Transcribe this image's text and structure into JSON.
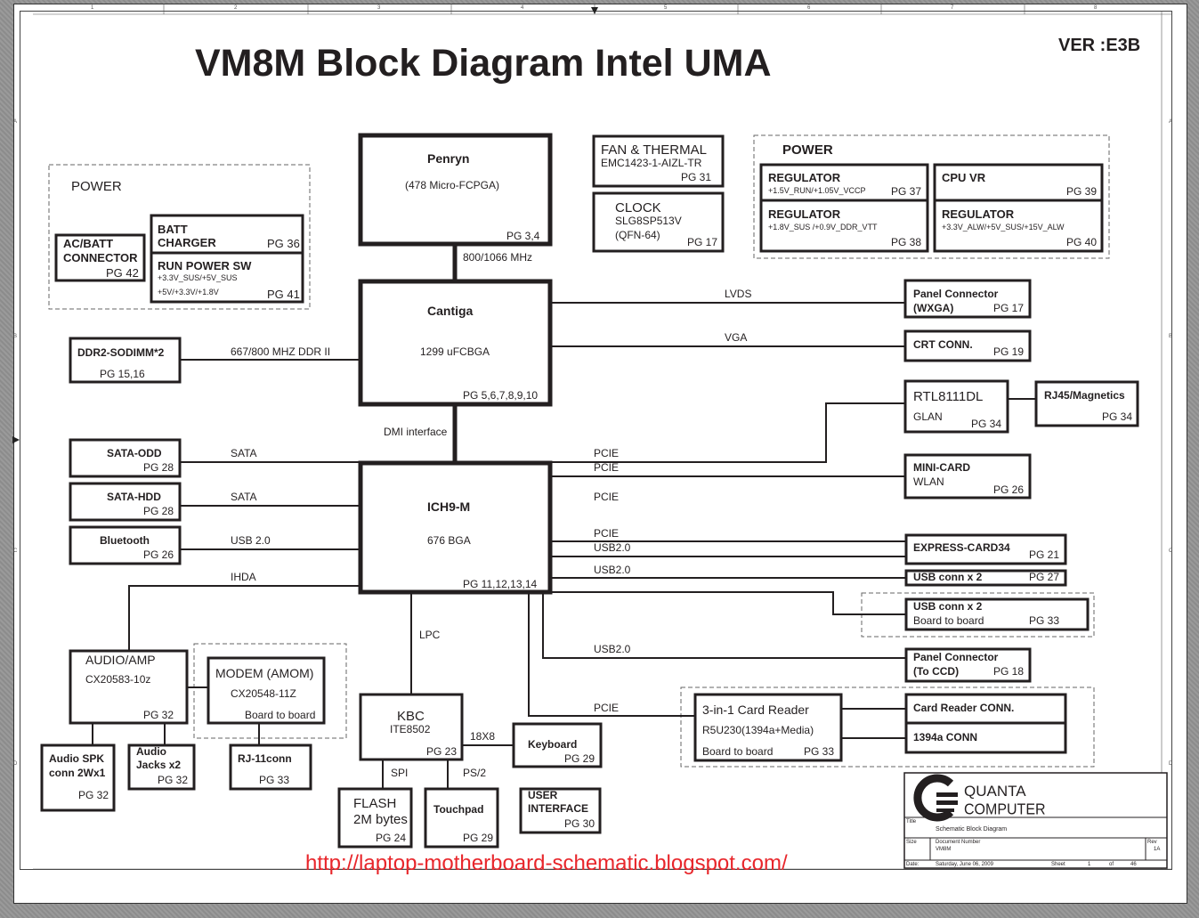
{
  "header": {
    "title": "VM8M Block Diagram Intel UMA",
    "version": "VER :E3B"
  },
  "grid": {
    "columns": [
      "1",
      "2",
      "3",
      "4",
      "5",
      "6",
      "7",
      "8"
    ],
    "rows": [
      "A",
      "B",
      "C",
      "D"
    ]
  },
  "power_left": {
    "group_label": "POWER",
    "ac_batt": {
      "line1": "AC/BATT",
      "line2": "CONNECTOR",
      "page": "PG 42"
    },
    "batt_charger": {
      "line1": "BATT",
      "line2": "CHARGER",
      "page": "PG 36"
    },
    "run_power_sw": {
      "title": "RUN POWER SW",
      "line1": "+3.3V_SUS/+5V_SUS",
      "line2": "+5V/+3.3V/+1.8V",
      "page": "PG 41"
    }
  },
  "cpu": {
    "name": "Penryn",
    "package": "(478 Micro-FCPGA)",
    "page": "PG 3,4"
  },
  "fsb_label": "800/1066 MHz",
  "northbridge": {
    "name": "Cantiga",
    "package": "1299 uFCBGA",
    "page": "PG 5,6,7,8,9,10"
  },
  "dmi_label": "DMI interface",
  "southbridge": {
    "name": "ICH9-M",
    "package": "676 BGA",
    "page": "PG 11,12,13,14"
  },
  "fan_thermal": {
    "title": "FAN & THERMAL",
    "part": "EMC1423-1-AIZL-TR",
    "page": "PG 31"
  },
  "clock": {
    "title": "CLOCK",
    "part": "SLG8SP513V",
    "package": "(QFN-64)",
    "page": "PG 17"
  },
  "power_right": {
    "group_label": "POWER",
    "reg1": {
      "title": "REGULATOR",
      "rails": "+1.5V_RUN/+1.05V_VCCP",
      "page": "PG 37"
    },
    "cpu_vr": {
      "title": "CPU VR",
      "page": "PG 39"
    },
    "reg2": {
      "title": "REGULATOR",
      "rails": "+1.8V_SUS /+0.9V_DDR_VTT",
      "page": "PG 38"
    },
    "reg3": {
      "title": "REGULATOR",
      "rails": "+3.3V_ALW/+5V_SUS/+15V_ALW",
      "page": "PG 40"
    }
  },
  "memory": {
    "name": "DDR2-SODIMM*2",
    "page": "PG 15,16",
    "bus": "667/800 MHZ DDR II"
  },
  "display": {
    "lvds_label": "LVDS",
    "panel": {
      "line1": "Panel Connector",
      "line2": "(WXGA)",
      "page": "PG 17"
    },
    "vga_label": "VGA",
    "crt": {
      "name": "CRT CONN.",
      "page": "PG 19"
    }
  },
  "lan": {
    "name": "RTL8111DL",
    "sub": "GLAN",
    "page": "PG 34",
    "rj45": {
      "name": "RJ45/Magnetics",
      "page": "PG 34"
    }
  },
  "left_devices": [
    {
      "name": "SATA-ODD",
      "page": "PG 28",
      "bus": "SATA"
    },
    {
      "name": "SATA-HDD",
      "page": "PG 28",
      "bus": "SATA"
    },
    {
      "name": "Bluetooth",
      "page": "PG 26",
      "bus": "USB 2.0"
    }
  ],
  "ihda_label": "IHDA",
  "bus_labels": {
    "pcie_lan": "PCIE",
    "pcie_minicard": "PCIE",
    "pcie_mid": "PCIE",
    "pcie_express": "PCIE",
    "usb_express": "USB2.0",
    "usb_conn": "USB2.0",
    "usb_ccd": "USB2.0",
    "pcie_card": "PCIE",
    "lpc": "LPC",
    "kbd_matrix": "18X8",
    "spi": "SPI",
    "ps2": "PS/2"
  },
  "minicard": {
    "name": "MINI-CARD",
    "sub": "WLAN",
    "page": "PG 26"
  },
  "express_card": {
    "name": "EXPRESS-CARD34",
    "page": "PG 21"
  },
  "usb_conn1": {
    "name": "USB conn x 2",
    "page": "PG 27"
  },
  "usb_conn2": {
    "name": "USB conn x 2",
    "sub": "Board to board",
    "page": "PG 33"
  },
  "panel_ccd": {
    "line1": "Panel Connector",
    "line2": "(To CCD)",
    "page": "PG 18"
  },
  "card_reader": {
    "title": "3-in-1 Card Reader",
    "part": "R5U230(1394a+Media)",
    "sub": "Board to board",
    "page": "PG 33",
    "conn1": "Card Reader CONN.",
    "conn2": "1394a CONN"
  },
  "audio": {
    "title": "AUDIO/AMP",
    "part": "CX20583-10z",
    "page": "PG 32"
  },
  "modem": {
    "title": "MODEM (AMOM)",
    "part": "CX20548-11Z",
    "sub": "Board to board"
  },
  "audio_spk": {
    "line1": "Audio  SPK",
    "line2": "conn 2Wx1",
    "page": "PG 32"
  },
  "audio_jacks": {
    "line1": "Audio",
    "line2": "Jacks x2",
    "page": "PG 32"
  },
  "rj11": {
    "name": "RJ-11conn",
    "page": "PG 33"
  },
  "kbc": {
    "title": "KBC",
    "part": "ITE8502",
    "page": "PG 23"
  },
  "keyboard": {
    "name": "Keyboard",
    "page": "PG 29"
  },
  "flash": {
    "line1": "FLASH",
    "line2": "2M bytes",
    "page": "PG 24"
  },
  "touchpad": {
    "name": "Touchpad",
    "page": "PG 29"
  },
  "user_interface": {
    "line1": "USER",
    "line2": "INTERFACE",
    "page": "PG 30"
  },
  "title_block": {
    "company1": "QUANTA",
    "company2": "COMPUTER",
    "title_label": "Title",
    "title_value": "Schematic Block Diagram",
    "size_label": "Size",
    "docnum_label": "Document Number",
    "docnum_value": "VM8M",
    "rev_label": "Rev",
    "rev_value": "1A",
    "date_label": "Date:",
    "date_value": "Saturday, June 06, 2009",
    "sheet_label": "Sheet",
    "sheet_value": "1",
    "of_label": "of",
    "sheet_total": "46"
  },
  "watermark_url": "http://laptop-motherboard-schematic.blogspot.com/",
  "colors": {
    "ink": "#231f20",
    "dash": "#666666",
    "url": "#e8262b"
  }
}
